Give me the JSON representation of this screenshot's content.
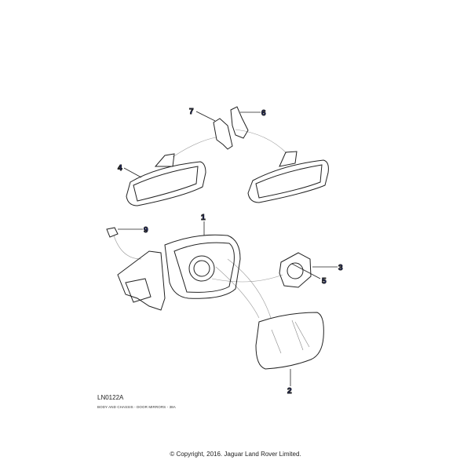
{
  "diagram": {
    "callouts": [
      "1",
      "2",
      "3",
      "4",
      "5",
      "6",
      "7",
      "9"
    ],
    "reference_code": "LN0122A",
    "subtitle": "BODY AND CHASSIS - DOOR MIRRORS - 38A",
    "copyright": "© Copyright, 2016. Jaguar Land Rover Limited.",
    "callout_color": "#1a2fd6"
  }
}
